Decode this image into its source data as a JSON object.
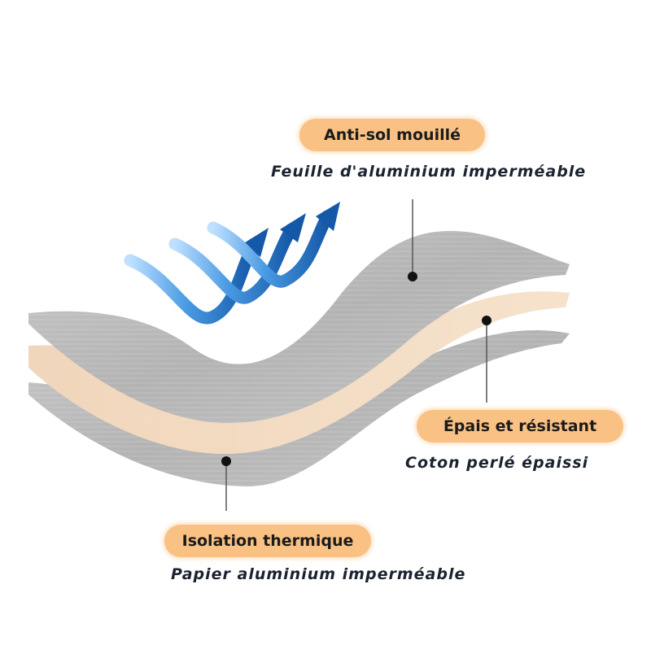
{
  "labels": [
    {
      "title": "Anti-sol mouillé",
      "subtitle": "Feuille d'aluminium imperméable"
    },
    {
      "title": "Épais et résistant",
      "subtitle": "Coton perlé épaissi"
    },
    {
      "title": "Isolation thermique",
      "subtitle": "Papier aluminium imperméable"
    }
  ],
  "colors": {
    "accent": "#f9c184",
    "foil": "#bdbdbd",
    "foam": "#f3dcc3",
    "arrow": "#1e6fc0",
    "text": "#1b2230"
  }
}
